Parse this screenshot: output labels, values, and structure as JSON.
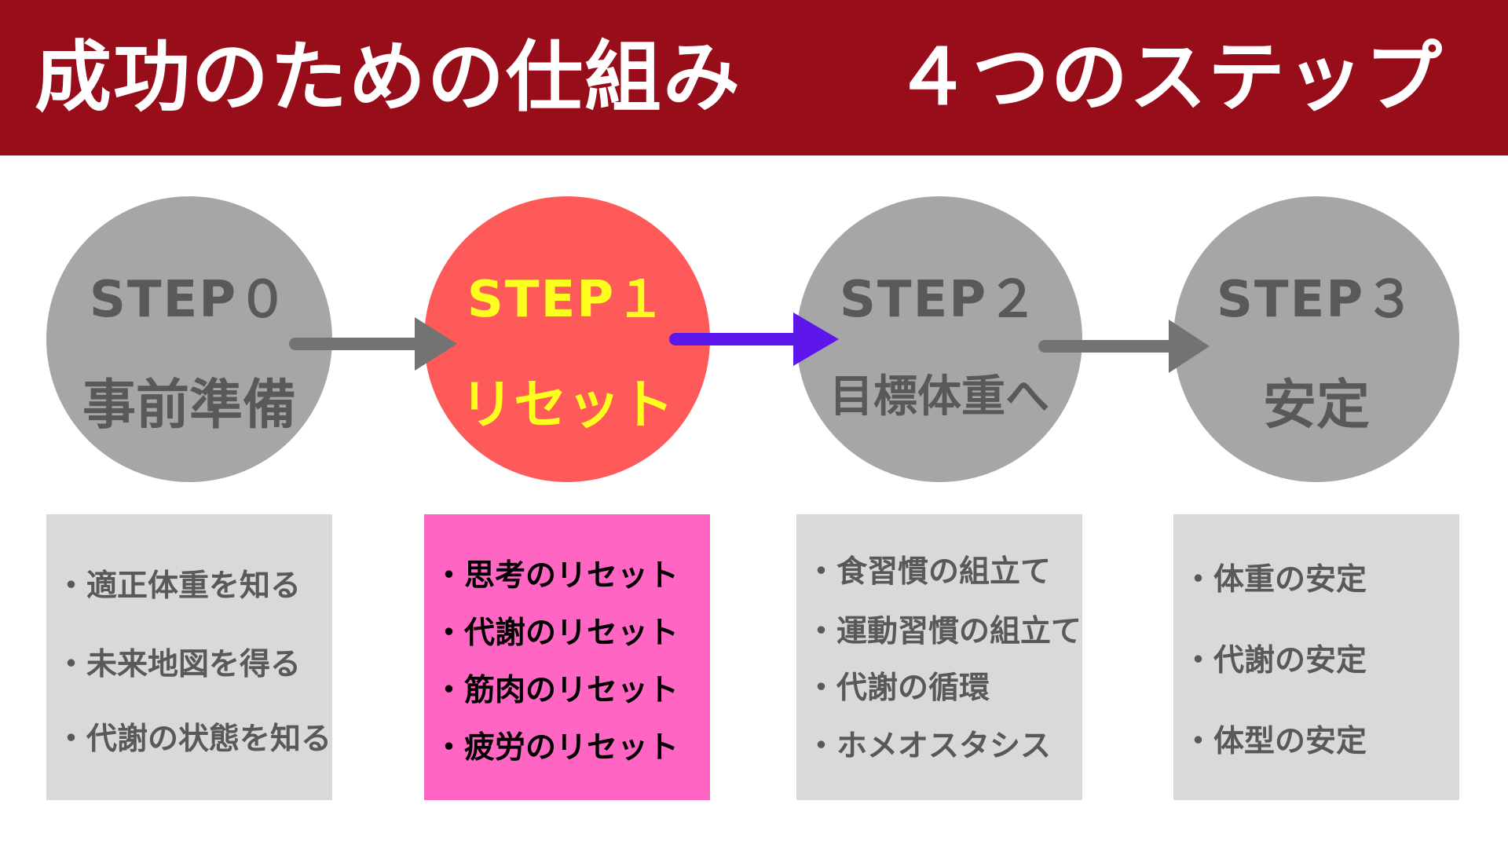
{
  "title": {
    "left": "成功のための仕組み",
    "right": "４つのステップ"
  },
  "colors": {
    "header": "#970d19",
    "inactive_circle": "#a6a6a6",
    "active_circle": "#ff5a5a",
    "active_text": "#ffff1f",
    "inactive_box": "#d9d9d9",
    "active_box": "#ff66c4",
    "arrow_gray": "#737373",
    "arrow_purple": "#5e17eb"
  },
  "steps": [
    {
      "step": "STEP０",
      "name": "事前準備",
      "items": [
        "・適正体重を知る",
        "・未来地図を得る",
        "・代謝の状態を知る"
      ]
    },
    {
      "step": "STEP１",
      "name": "リセット",
      "items": [
        "・思考のリセット",
        "・代謝のリセット",
        "・筋肉のリセット",
        "・疲労のリセット"
      ]
    },
    {
      "step": "STEP２",
      "name": "目標体重へ",
      "items": [
        "・食習慣の組立て",
        "・運動習慣の組立て",
        "・代謝の循環",
        "・ホメオスタシス"
      ]
    },
    {
      "step": "STEP３",
      "name": "安定",
      "items": [
        "・体重の安定",
        "・代謝の安定",
        "・体型の安定"
      ]
    }
  ]
}
